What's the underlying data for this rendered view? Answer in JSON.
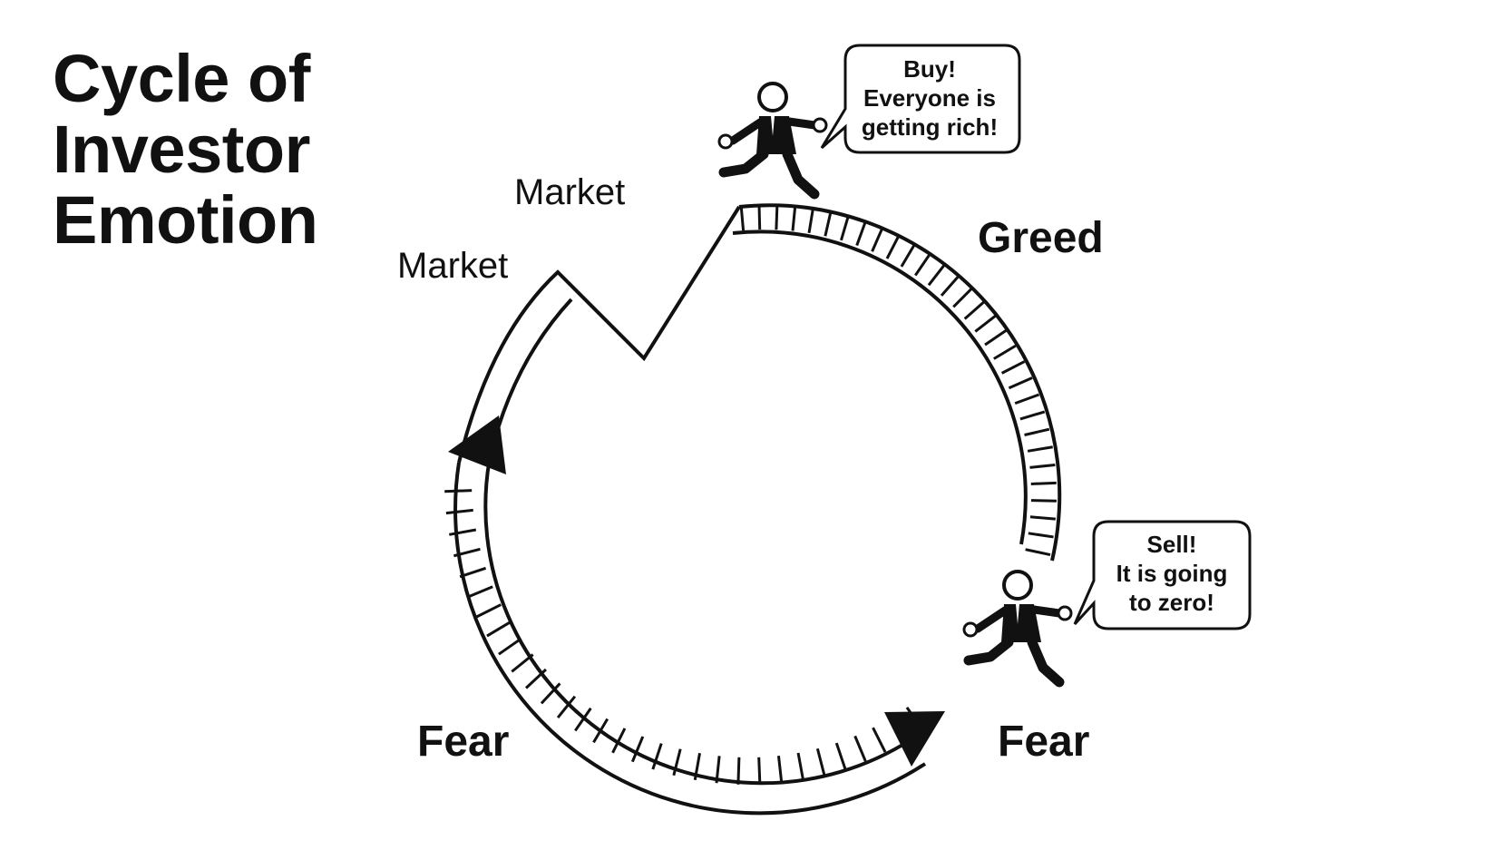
{
  "title": {
    "lines": [
      "Cycle of",
      "Investor",
      "Emotion"
    ]
  },
  "labels": {
    "market_top": "Market",
    "market_left": "Market",
    "greed": "Greed",
    "fear_left": "Fear",
    "fear_right": "Fear"
  },
  "bubbles": {
    "buy": {
      "lines": [
        "Buy!",
        "Everyone is",
        "getting rich!"
      ]
    },
    "sell": {
      "lines": [
        "Sell!",
        "It is going",
        "to zero!"
      ]
    }
  },
  "icons": {
    "buyer": "running-businessman-icon",
    "seller": "running-businessman-icon",
    "arrow_bottom": "arrowhead-icon",
    "arrow_left": "arrowhead-icon"
  },
  "colors": {
    "ink": "#111111",
    "background": "#ffffff"
  }
}
